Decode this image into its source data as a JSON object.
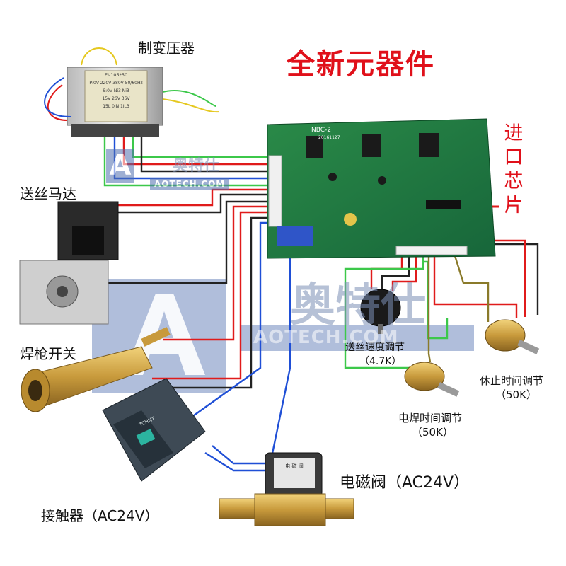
{
  "banner": "全新元器件",
  "side_label": "进口芯片",
  "board": {
    "model": "NBC-2",
    "date": "20161127"
  },
  "transformer": {
    "label": "制变压器",
    "nameplate": [
      "EI-105*50",
      "P:0V-220V 380V 50/60Hz",
      "S:0V-Ni3 Ni3",
      "15V 26V 36V",
      "15L 0IN 1IL3"
    ]
  },
  "labels": {
    "wire_motor": "送丝马达",
    "torch_switch": "焊枪开关",
    "contactor": "接触器（AC24V）",
    "solenoid": "电磁阀（AC24V）",
    "speed_pot": "送丝速度调节",
    "speed_value": "（4.7K）",
    "weld_time_pot": "电焊时间调节",
    "weld_time_value": "（50K）",
    "rest_time_pot": "休止时间调节",
    "rest_time_value": "（50K）"
  },
  "solenoid_nameplate": "电 磁 阀",
  "contactor_brand": "TCHNT",
  "watermark": {
    "small_cn": "奥特仕",
    "small_en": "AOTECH.COM",
    "big_cn": "奥特仕",
    "big_en": "AOTECH.COM",
    "logo": "A"
  },
  "colors": {
    "banner": "#e0101a",
    "board": "#1f7a3a",
    "wire_red": "#e01b1b",
    "wire_blue": "#1f4fd6",
    "wire_black": "#222222",
    "wire_green": "#3cc84a",
    "wire_olive": "#8a7a2a",
    "brass": "#c89a3c"
  }
}
